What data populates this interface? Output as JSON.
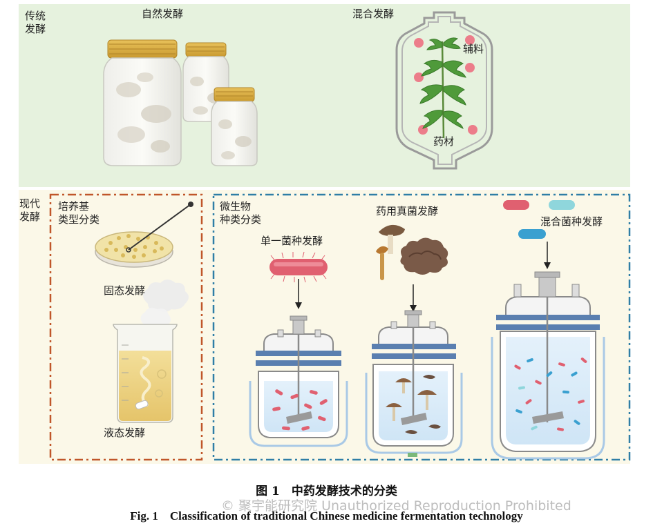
{
  "traditional": {
    "label": "传统\n发酵",
    "natural": "自然发酵",
    "mixed": "混合发酵",
    "auxiliary": "辅料",
    "herb": "药材"
  },
  "modern": {
    "label": "现代\n发酵",
    "medium_class": "培养基\n类型分类",
    "solid": "固态发酵",
    "liquid": "液态发酵",
    "micro_class": "微生物\n种类分类",
    "single": "单一菌种发酵",
    "fungi": "药用真菌发酵",
    "mixed_strain": "混合菌种发酵"
  },
  "caption": {
    "cn": "图 1　中药发酵技术的分类",
    "en": "Fig. 1　Classification of traditional Chinese medicine fermentation technology"
  },
  "watermark": "© 聚宇能研究院 Unauthorized Reproduction Prohibited",
  "colors": {
    "top_bg": "#e6f2de",
    "bottom_bg": "#fbf8e8",
    "orange_border": "#c0562a",
    "blue_border": "#2f7ea6",
    "bacteria_red": "#e06070",
    "bacteria_cyan": "#8fd6dc",
    "bacteria_blue": "#3aa0d0"
  }
}
